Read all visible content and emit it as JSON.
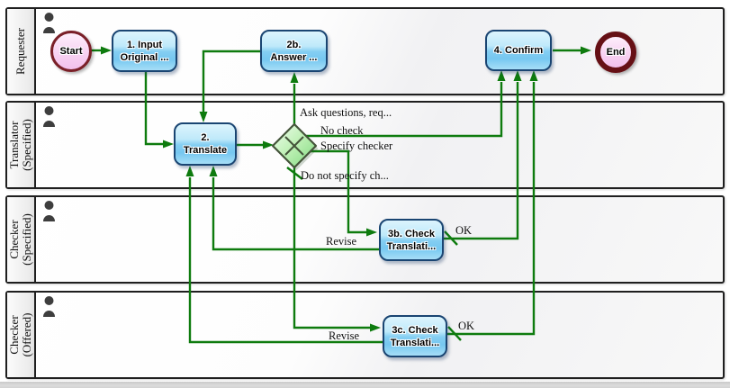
{
  "diagram_type": "bpmn-swimlane-workflow",
  "lanes": [
    {
      "line1": "Requester",
      "line2": ""
    },
    {
      "line1": "Translator",
      "line2": "(Specified)"
    },
    {
      "line1": "Checker",
      "line2": "(Specified)"
    },
    {
      "line1": "Checker",
      "line2": "(Offered)"
    }
  ],
  "icons": {
    "lane_actor": "person-icon",
    "gateway": "exclusive-gateway-x-icon"
  },
  "nodes": {
    "start": {
      "label": "Start"
    },
    "end": {
      "label": "End"
    },
    "task1": {
      "line1": "1. Input",
      "line2": "Original ..."
    },
    "task2b": {
      "line1": "2b.",
      "line2": "Answer ..."
    },
    "task4": {
      "line1": "4. Confirm",
      "line2": ""
    },
    "task2": {
      "line1": "2.",
      "line2": "Translate"
    },
    "task3b": {
      "line1": "3b. Check",
      "line2": "Translati..."
    },
    "task3c": {
      "line1": "3c. Check",
      "line2": "Translati..."
    }
  },
  "edge_labels": {
    "ask_questions": "Ask questions, req...",
    "no_check": "No check",
    "specify_checker": "Specify checker",
    "do_not_specify": "Do not specify ch...",
    "revise_3b": "Revise",
    "revise_3c": "Revise",
    "ok_3b": "OK",
    "ok_3c": "OK"
  },
  "colors": {
    "flow_green": "#0e7b0e",
    "task_border": "#1a4572",
    "task_fill_light": "#dcf4fd",
    "task_fill_dark": "#76c7f0",
    "start_border": "#7a2028",
    "end_border": "#661015",
    "event_fill": "#f8d3f2",
    "gateway_border": "#44543a",
    "gateway_fill_light": "#f2fdf0",
    "gateway_fill_dark": "#7ed87e",
    "lane_border": "#1f1f1f"
  }
}
